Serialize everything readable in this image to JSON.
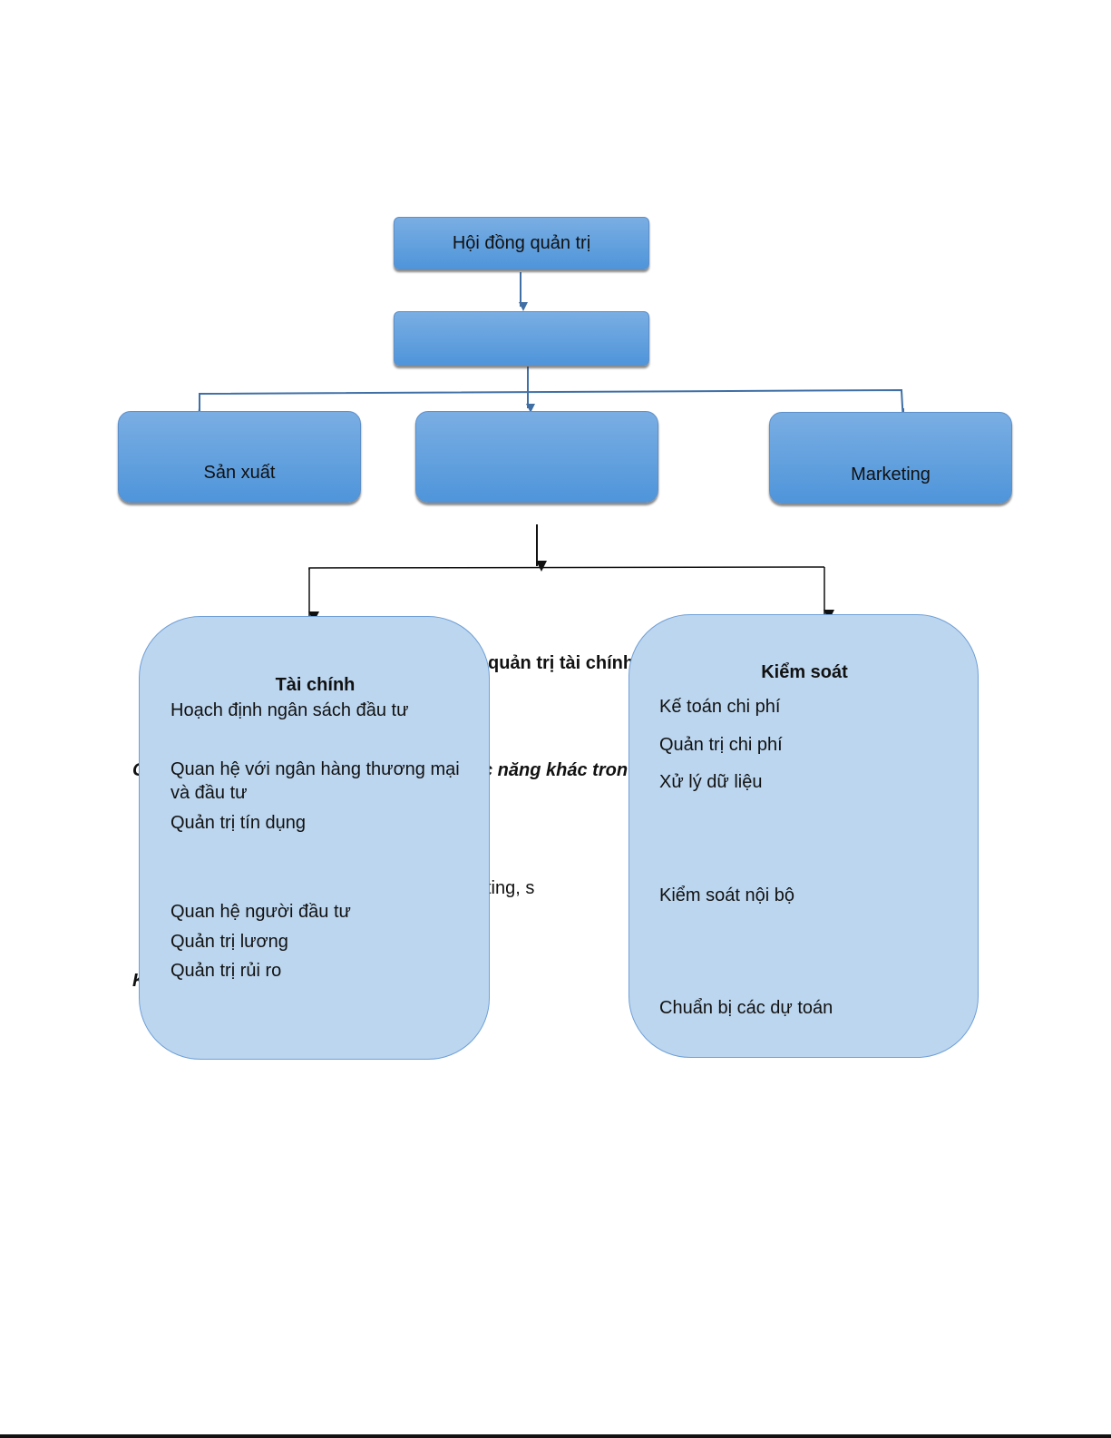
{
  "nodes": {
    "board": "Hội đồng quản trị",
    "ceo": "",
    "production": "Sản xuất",
    "finance_manager": "",
    "marketing": "Marketing"
  },
  "finance_panel": {
    "title": "Tài chính",
    "items": [
      "Hoạch định ngân sách đầu tư",
      "Quan hệ với ngân hàng thương mại và đầu tư",
      "Quản trị tín dụng",
      "Quan hệ người đầu tư",
      "Quản trị lương",
      "Quản trị rủi ro"
    ]
  },
  "control_panel": {
    "title": "Kiểm soát",
    "items": [
      "Kế toán chi phí",
      "Quản trị chi phí",
      "Xử lý dữ liệu",
      "Kiểm soát nội bộ",
      "Chuẩn bị các dự toán"
    ]
  },
  "background_text": {
    "fragment_1": "quản trị tài chính",
    "fragment_2": "c năng khác tron",
    "fragment_3": "ting, s"
  },
  "colors": {
    "box_top": "#7aaee3",
    "box_bottom": "#4f95da",
    "panel_fill": "#bcd6ef",
    "connector_blue": "#3f6fa5",
    "connector_black": "#111111"
  }
}
